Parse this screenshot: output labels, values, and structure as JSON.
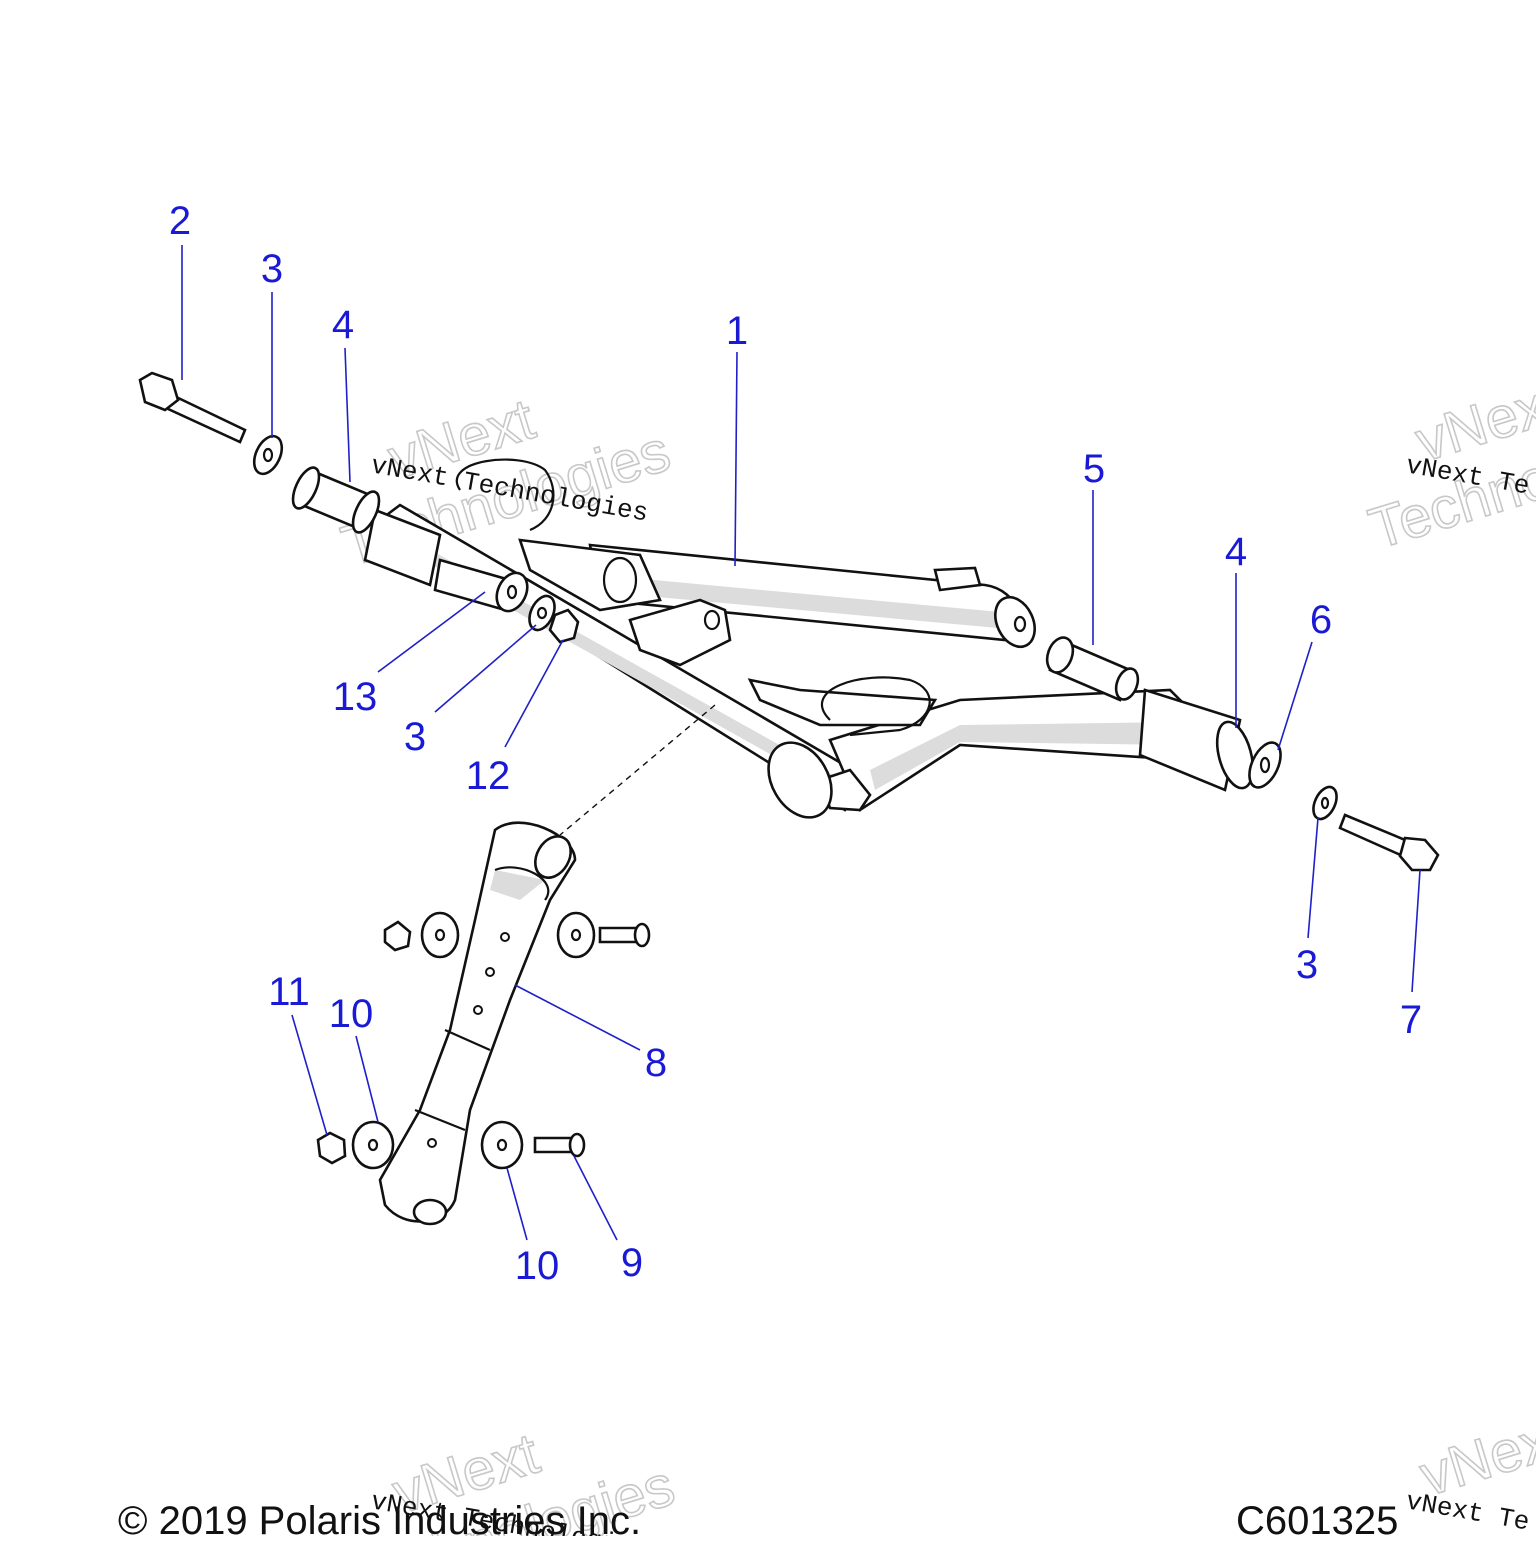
{
  "callouts": [
    {
      "id": "c2",
      "label": "2"
    },
    {
      "id": "c3a",
      "label": "3"
    },
    {
      "id": "c4a",
      "label": "4"
    },
    {
      "id": "c1",
      "label": "1"
    },
    {
      "id": "c5",
      "label": "5"
    },
    {
      "id": "c4b",
      "label": "4"
    },
    {
      "id": "c6",
      "label": "6"
    },
    {
      "id": "c13",
      "label": "13"
    },
    {
      "id": "c3b",
      "label": "3"
    },
    {
      "id": "c12",
      "label": "12"
    },
    {
      "id": "c3c",
      "label": "3"
    },
    {
      "id": "c7",
      "label": "7"
    },
    {
      "id": "c8",
      "label": "8"
    },
    {
      "id": "c11",
      "label": "11"
    },
    {
      "id": "c10a",
      "label": "10"
    },
    {
      "id": "c10b",
      "label": "10"
    },
    {
      "id": "c9",
      "label": "9"
    }
  ],
  "watermark": {
    "big_line1": "vNext",
    "big_line2": "Technologies",
    "small": "vNext Technologies",
    "small_cut": "vNext Te"
  },
  "footer": {
    "copyright": "© 2019 Polaris Industries Inc.",
    "figure_id": "C601325"
  }
}
